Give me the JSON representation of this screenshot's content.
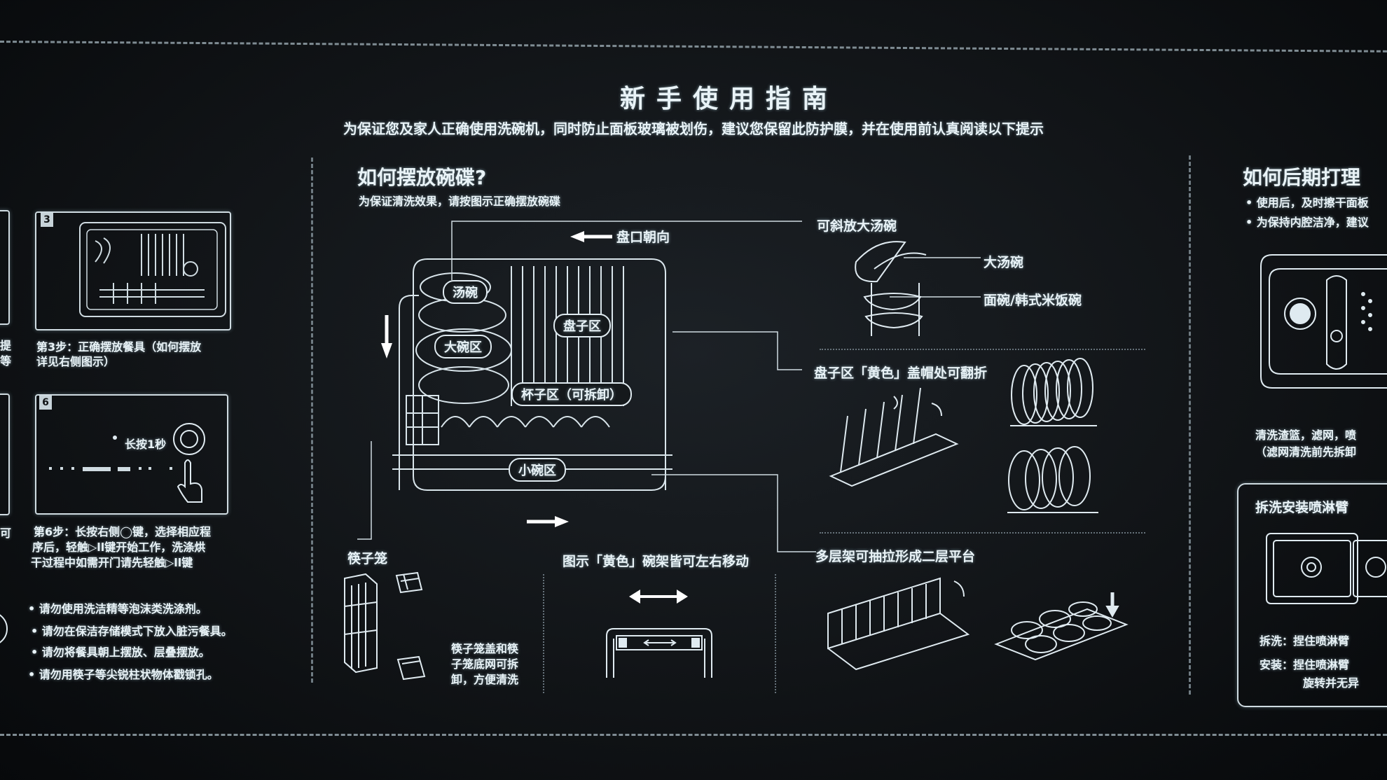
{
  "header": {
    "title": "新手使用指南",
    "subtitle": "为保证您及家人正确使用洗碗机，同时防止面板玻璃被划伤，建议您保留此防护膜，并在使用前认真阅读以下提示"
  },
  "left_panel": {
    "step3_num": "3",
    "step3_text": [
      "第3步：正确摆放餐具（如何摆放",
      "详见右侧图示）"
    ],
    "step6_num": "6",
    "step6_hint": "长按1秒",
    "step6_text": [
      "第6步：长按右侧◯键，选择相应程",
      "序后，轻触▷ll键开始工作，洗涤烘",
      "干过程中如需开门请先轻触▷ll键"
    ],
    "edge_text_1": "提",
    "edge_text_2": "等",
    "edge_text_3": "可",
    "warnings": [
      "请勿使用洗洁精等泡沫类洗涤剂。",
      "请勿在保洁存储模式下放入脏污餐具。",
      "请勿将餐具朝上摆放、层叠摆放。",
      "请勿用筷子等尖锐柱状物体戳锁孔。"
    ]
  },
  "center_panel": {
    "heading": "如何摆放碗碟?",
    "subheading": "为保证清洗效果，请按图示正确摆放碗碟",
    "direction_label": "盘口朝向",
    "zones": {
      "soup_bowl": "汤碗",
      "big_bowl": "大碗区",
      "plate": "盘子区",
      "cup": "杯子区（可拆卸）",
      "small_bowl": "小碗区"
    },
    "chopsticks_label": "筷子笼",
    "move_label": "图示「黄色」碗架皆可左右移动",
    "chopsticks_note": [
      "筷子笼盖和筷",
      "子笼底网可拆",
      "卸，方便清洗"
    ],
    "tilt_label": "可斜放大汤碗",
    "big_soup_bowl": "大汤碗",
    "noodle_bowl": "面碗/韩式米饭碗",
    "fold_label": "盘子区「黄色」盖帽处可翻折",
    "platform_label": "多层架可抽拉形成二层平台"
  },
  "right_panel": {
    "heading": "如何后期打理",
    "bullets": [
      "使用后，及时擦干面板",
      "为保持内腔洁净，建议"
    ],
    "clean_text": [
      "清洗渣篮，滤网，喷",
      "（滤网清洗前先拆卸"
    ],
    "box_title": "拆洗安装喷淋臂",
    "remove_text": "拆洗：捏住喷淋臂",
    "install_text": [
      "安装：捏住喷淋臂",
      "旋转并无异"
    ]
  }
}
